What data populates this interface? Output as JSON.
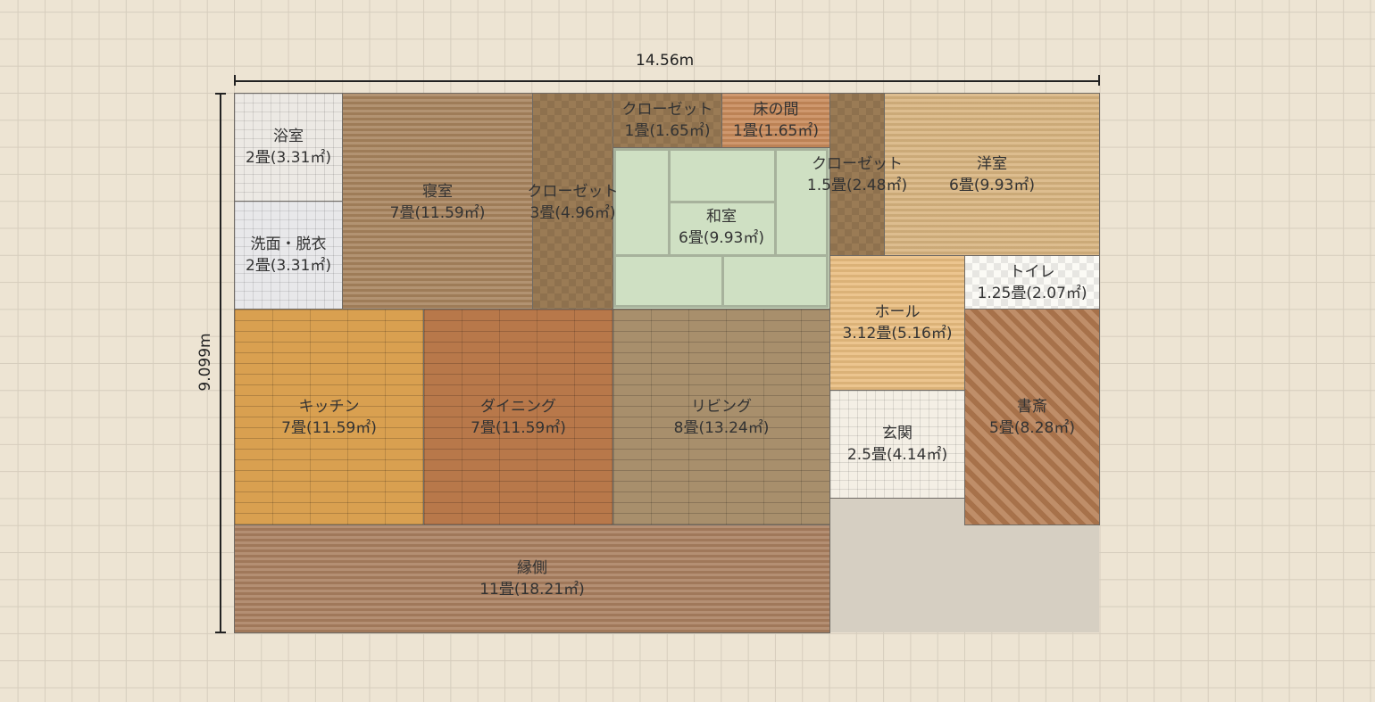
{
  "dimensions": {
    "width": "14.56m",
    "height": "9.099m"
  },
  "colors": {
    "background": "#ede4d3",
    "grid": "#d6cdbd",
    "wall": "#6f6a64",
    "outdoor": "#d6cfc2"
  },
  "rooms": {
    "bath": {
      "name": "浴室",
      "area": "2畳(3.31㎡)"
    },
    "washroom": {
      "name": "洗面・脱衣",
      "area": "2畳(3.31㎡)"
    },
    "bedroom": {
      "name": "寝室",
      "area": "7畳(11.59㎡)"
    },
    "closet3": {
      "name": "クローゼット",
      "area": "3畳(4.96㎡)"
    },
    "closet1": {
      "name": "クローゼット",
      "area": "1畳(1.65㎡)"
    },
    "tokonoma": {
      "name": "床の間",
      "area": "1畳(1.65㎡)"
    },
    "washitsu": {
      "name": "和室",
      "area": "6畳(9.93㎡)"
    },
    "closet15": {
      "name": "クローゼット",
      "area": "1.5畳(2.48㎡)"
    },
    "western": {
      "name": "洋室",
      "area": "6畳(9.93㎡)"
    },
    "toilet": {
      "name": "トイレ",
      "area": "1.25畳(2.07㎡)"
    },
    "hall": {
      "name": "ホール",
      "area": "3.12畳(5.16㎡)"
    },
    "study": {
      "name": "書斎",
      "area": "5畳(8.28㎡)"
    },
    "entrance": {
      "name": "玄関",
      "area": "2.5畳(4.14㎡)"
    },
    "kitchen": {
      "name": "キッチン",
      "area": "7畳(11.59㎡)"
    },
    "dining": {
      "name": "ダイニング",
      "area": "7畳(11.59㎡)"
    },
    "living": {
      "name": "リビング",
      "area": "8畳(13.24㎡)"
    },
    "engawa": {
      "name": "縁側",
      "area": "11畳(18.21㎡)"
    }
  }
}
